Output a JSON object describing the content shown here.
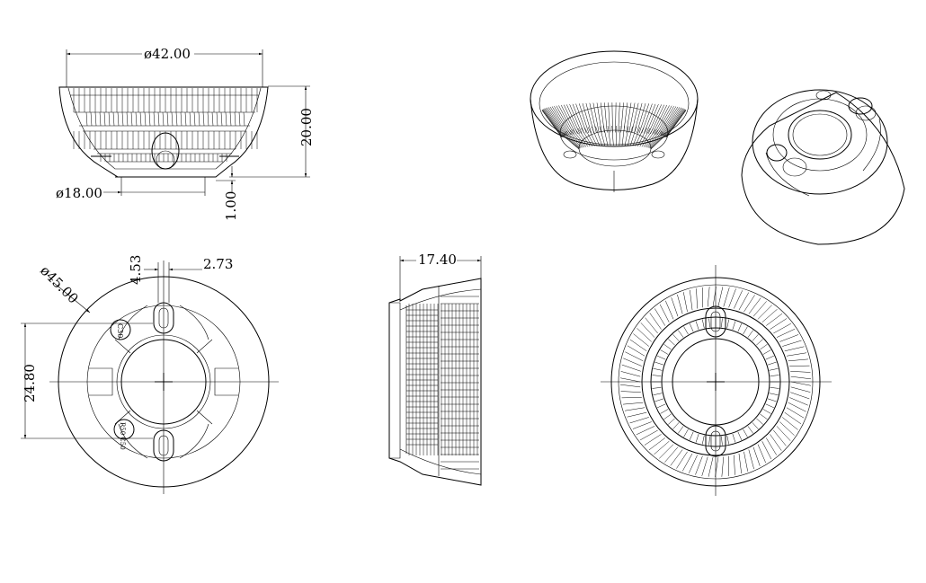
{
  "views": {
    "front": {
      "dim_top_diameter": "ø42.00",
      "dim_height": "20.00",
      "dim_bottom_diameter": "ø18.00",
      "dim_base": "1.00"
    },
    "top": {
      "dim_outer_diameter": "ø45.00",
      "dim_slot_width": "4.53",
      "dim_slot_offset": "2.73",
      "dim_hole_spacing": "24.80",
      "marking_upper": "C30",
      "marking_lower": "R50 C50"
    },
    "side": {
      "dim_depth": "17.40"
    },
    "isometric": {
      "views": [
        "iso-top-view",
        "iso-bottom-view"
      ]
    },
    "bottom_view": {}
  }
}
